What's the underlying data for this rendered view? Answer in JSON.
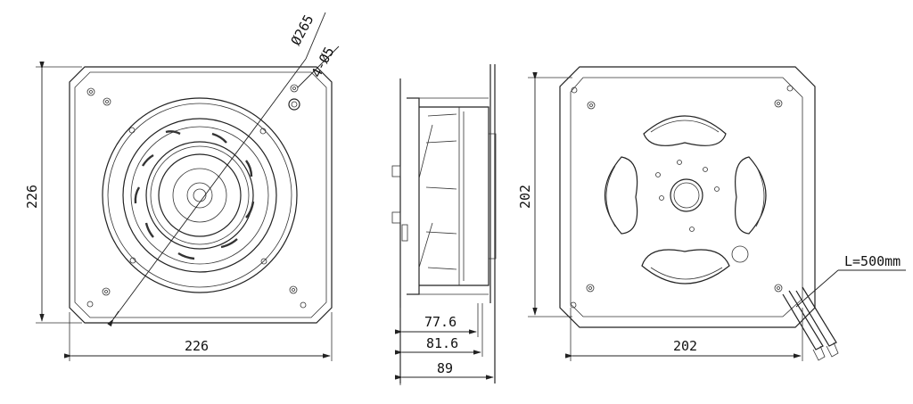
{
  "front_view": {
    "width_label": "226",
    "height_label": "226",
    "diameter_label": "Ø265",
    "holes_label": "4-Ø5"
  },
  "side_view": {
    "depth_1": "77.6",
    "depth_2": "81.6",
    "depth_3": "89"
  },
  "rear_view": {
    "width_label": "202",
    "height_label": "202",
    "cable_label": "L=500mm"
  }
}
